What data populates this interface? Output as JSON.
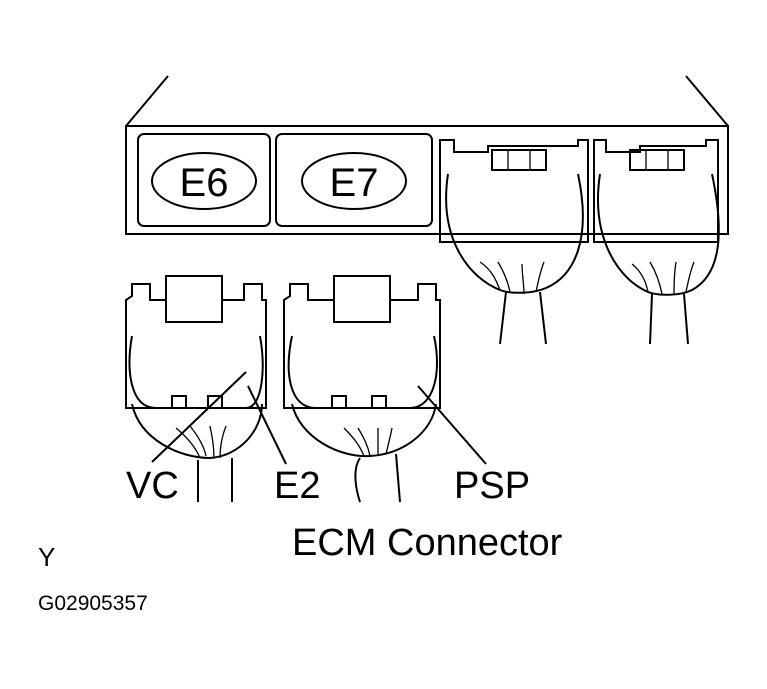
{
  "connector_ids": {
    "left": "E6",
    "right": "E7"
  },
  "callouts": {
    "vc": "VC",
    "e2": "E2",
    "psp": "PSP"
  },
  "caption": "ECM Connector",
  "view_marker": "Y",
  "figure_code": "G02905357"
}
